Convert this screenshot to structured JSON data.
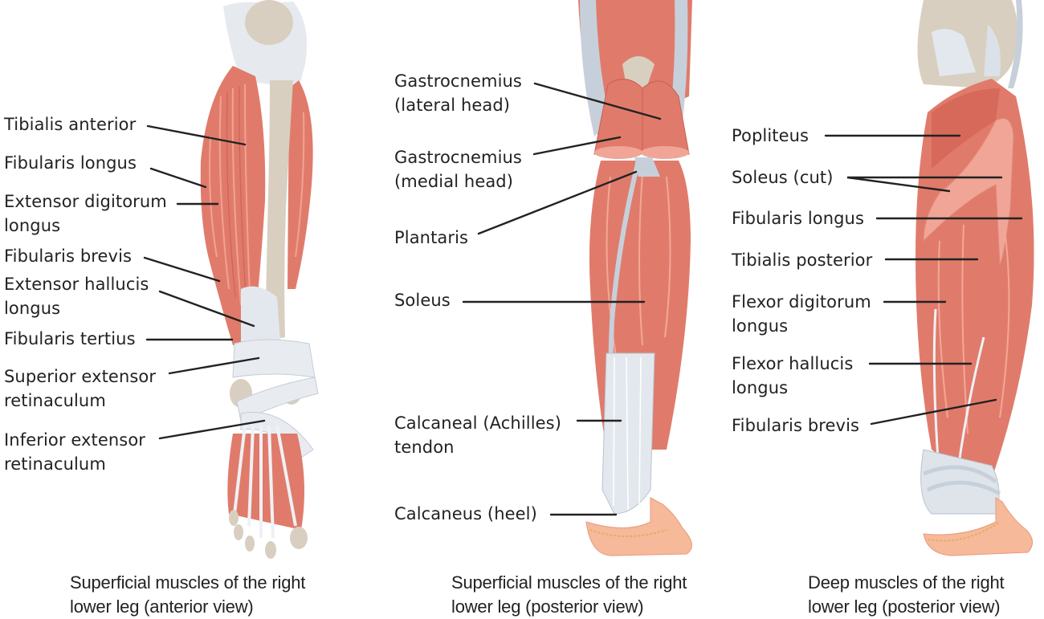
{
  "colors": {
    "muscle": "#e07b6b",
    "muscle_dark": "#c95f52",
    "muscle_light": "#f0a597",
    "tendon": "#dfe4ea",
    "tendon_shadow": "#aab4c0",
    "bone": "#d8cfc0",
    "skin": "#f6b99a",
    "leader_line": "#222222",
    "text": "#222222",
    "background": "#ffffff"
  },
  "panels": [
    {
      "id": "anterior",
      "caption_line1": "Superficial muscles of the right",
      "caption_line2": "lower leg (anterior view)",
      "labels": [
        {
          "line1": "Tibialis anterior"
        },
        {
          "line1": "Fibularis longus"
        },
        {
          "line1": "Extensor digitorum",
          "line2": "longus"
        },
        {
          "line1": "Fibularis brevis"
        },
        {
          "line1": "Extensor hallucis",
          "line2": "longus"
        },
        {
          "line1": "Fibularis tertius"
        },
        {
          "line1": "Superior extensor",
          "line2": "retinaculum"
        },
        {
          "line1": "Inferior extensor",
          "line2": "retinaculum"
        }
      ]
    },
    {
      "id": "posterior-superficial",
      "caption_line1": "Superficial muscles of the right",
      "caption_line2": "lower leg (posterior view)",
      "labels": [
        {
          "line1": "Gastrocnemius",
          "line2": "(lateral head)"
        },
        {
          "line1": "Gastrocnemius",
          "line2": "(medial head)"
        },
        {
          "line1": "Plantaris"
        },
        {
          "line1": "Soleus"
        },
        {
          "line1": "Calcaneal (Achilles)",
          "line2": "tendon"
        },
        {
          "line1": "Calcaneus (heel)"
        }
      ]
    },
    {
      "id": "posterior-deep",
      "caption_line1": "Deep muscles of the right",
      "caption_line2": "lower leg (posterior view)",
      "labels": [
        {
          "line1": "Popliteus"
        },
        {
          "line1": "Soleus (cut)"
        },
        {
          "line1": "Fibularis longus"
        },
        {
          "line1": "Tibialis posterior"
        },
        {
          "line1": "Flexor digitorum",
          "line2": "longus"
        },
        {
          "line1": "Flexor hallucis",
          "line2": "longus"
        },
        {
          "line1": "Fibularis brevis"
        }
      ]
    }
  ]
}
